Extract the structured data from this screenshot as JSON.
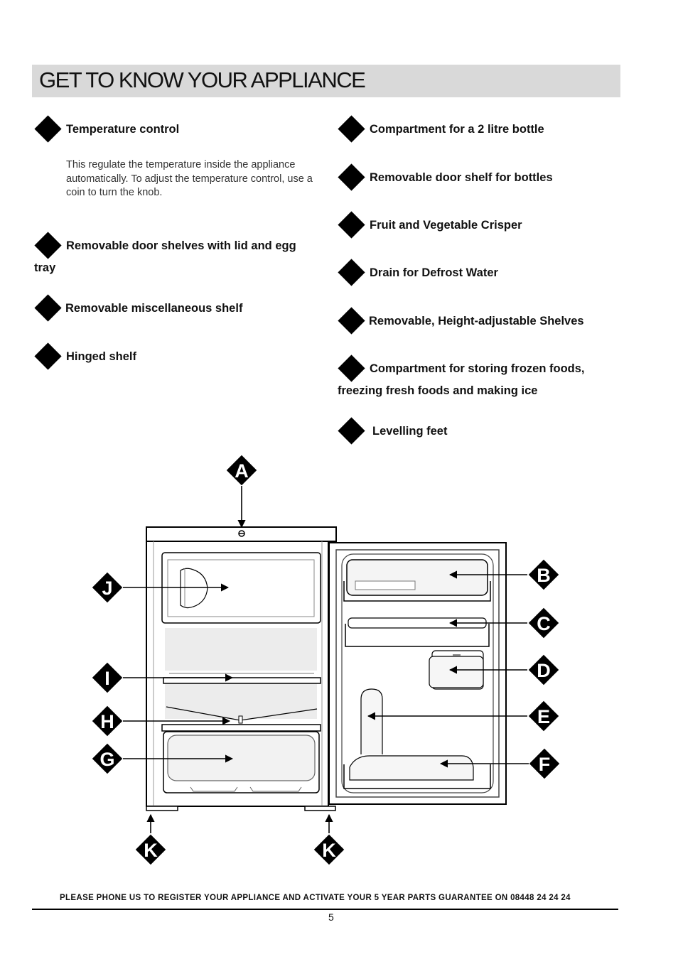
{
  "title": "GET TO KNOW YOUR APPLIANCE",
  "left_items": {
    "temperature_control": {
      "label": "Temperature control",
      "description": "This regulate the temperature inside the appliance automatically. To adjust the temperature control, use a coin to turn the knob."
    },
    "door_shelves": {
      "label_line1": "Removable door shelves with lid and egg",
      "label_line2": "tray"
    },
    "misc_shelf": {
      "label": "Removable miscellaneous shelf"
    },
    "hinged_shelf": {
      "label": "Hinged shelf"
    }
  },
  "right_items": {
    "bottle_compartment": {
      "label": "Compartment for a 2 litre bottle"
    },
    "bottle_shelf": {
      "label": "Removable door shelf for bottles"
    },
    "crisper": {
      "label": "Fruit and Vegetable Crisper"
    },
    "drain": {
      "label": "Drain for Defrost Water"
    },
    "shelves": {
      "label": "Removable, Height-adjustable Shelves"
    },
    "frozen": {
      "label_line1": "Compartment for storing frozen foods,",
      "label_line2": "freezing fresh foods and making ice"
    },
    "feet": {
      "label": "Levelling feet"
    }
  },
  "diagram": {
    "callouts": [
      "A",
      "B",
      "C",
      "D",
      "E",
      "F",
      "G",
      "H",
      "I",
      "J",
      "K",
      "K"
    ]
  },
  "footer": {
    "notice": "PLEASE PHONE US TO REGISTER YOUR APPLIANCE AND ACTIVATE YOUR 5 YEAR PARTS GUARANTEE ON 08448 24 24 24",
    "page_number": "5"
  }
}
